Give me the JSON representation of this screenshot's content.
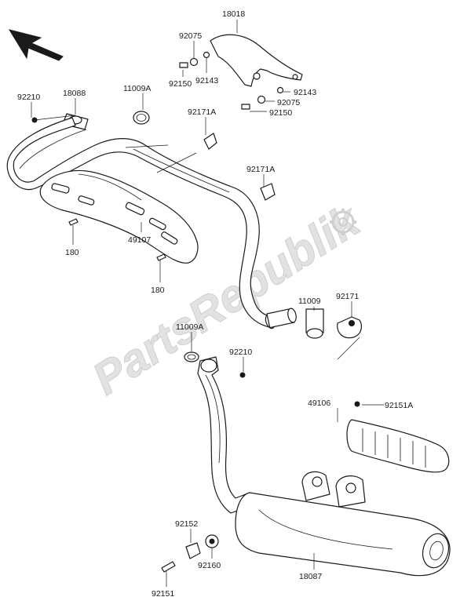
{
  "watermark": {
    "text": "PartsRepublik"
  },
  "callouts": [
    {
      "id": "c-18018",
      "text": "18018"
    },
    {
      "id": "c-92075-a",
      "text": "92075"
    },
    {
      "id": "c-92143-a",
      "text": "92143"
    },
    {
      "id": "c-92150-a",
      "text": "92150"
    },
    {
      "id": "c-92143-b",
      "text": "92143"
    },
    {
      "id": "c-92075-b",
      "text": "92075"
    },
    {
      "id": "c-92150-b",
      "text": "92150"
    },
    {
      "id": "c-92210-a",
      "text": "92210"
    },
    {
      "id": "c-18088",
      "text": "18088"
    },
    {
      "id": "c-11009A-a",
      "text": "11009A"
    },
    {
      "id": "c-92171A-a",
      "text": "92171A"
    },
    {
      "id": "c-92171A-b",
      "text": "92171A"
    },
    {
      "id": "c-180-a",
      "text": "180"
    },
    {
      "id": "c-49107",
      "text": "49107"
    },
    {
      "id": "c-180-b",
      "text": "180"
    },
    {
      "id": "c-11009",
      "text": "11009"
    },
    {
      "id": "c-92171",
      "text": "92171"
    },
    {
      "id": "c-11009A-b",
      "text": "11009A"
    },
    {
      "id": "c-92210-b",
      "text": "92210"
    },
    {
      "id": "c-49106",
      "text": "49106"
    },
    {
      "id": "c-92151A",
      "text": "92151A"
    },
    {
      "id": "c-92152",
      "text": "92152"
    },
    {
      "id": "c-92160",
      "text": "92160"
    },
    {
      "id": "c-18087",
      "text": "18087"
    },
    {
      "id": "c-92151",
      "text": "92151"
    }
  ]
}
